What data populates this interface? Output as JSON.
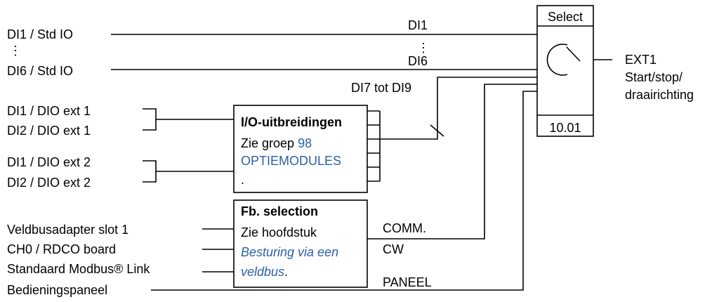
{
  "inputs": {
    "di1_std": "DI1 / Std IO",
    "vdots": "⋮",
    "di6_std": "DI6 / Std IO",
    "di1_ext1": "DI1 / DIO ext 1",
    "di2_ext1": "DI2 / DIO ext 1",
    "di1_ext2": "DI1 / DIO ext 2",
    "di2_ext2": "DI2 / DIO ext 2",
    "fieldbus_slot1": "Veldbusadapter slot 1",
    "ch0_rdco": "CH0 / RDCO board",
    "modbus_link": "Standaard Modbus® Link",
    "panel": "Bedieningspaneel"
  },
  "signals": {
    "di1": "DI1",
    "dots": "⋮",
    "di6": "DI6",
    "di7_9": "DI7 tot DI9",
    "comm": "COMM.",
    "cw": "CW",
    "paneel": "PANEEL"
  },
  "io_box": {
    "title": "I/O-uitbreidingen",
    "ref_prefix": "Zie groep",
    "group_no": "98",
    "group_name": "OPTIEMODULES",
    "period": "."
  },
  "fb_box": {
    "title": "Fb. selection",
    "ref_prefix": "Zie hoofdstuk",
    "chapter_line1": "Besturing via een",
    "chapter_line2": "veldbus",
    "period": "."
  },
  "selector": {
    "header": "Select",
    "param": "10.01"
  },
  "output": {
    "name": "EXT1",
    "desc1": "Start/stop/",
    "desc2": "draairichting"
  }
}
